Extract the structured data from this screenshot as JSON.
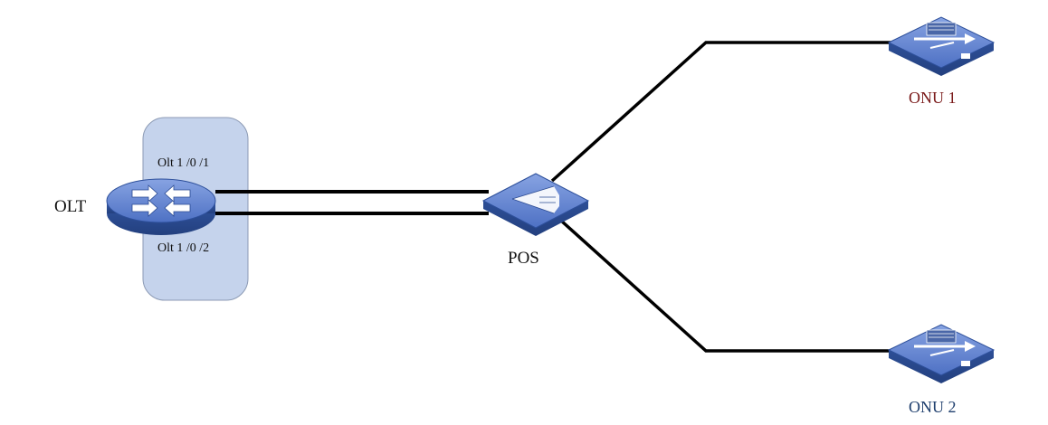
{
  "olt": {
    "label": "OLT",
    "port1": "Olt 1 /0 /1",
    "port2": "Olt 1 /0 /2"
  },
  "splitter": {
    "label": "POS"
  },
  "onus": [
    {
      "label": "ONU 1"
    },
    {
      "label": "ONU 2"
    }
  ],
  "colors": {
    "device_blue": "#3f63b8",
    "device_top": "#6f8fd8",
    "port_group_fill": "#c5d3ec",
    "port_group_stroke": "#8c9ab4",
    "link": "#000000",
    "onu1_text": "#7a1a1a",
    "onu2_text": "#1f3f6e"
  },
  "icons": {
    "olt": "switch-router-icon",
    "splitter": "optical-splitter-icon",
    "onu": "onu-terminal-icon"
  }
}
